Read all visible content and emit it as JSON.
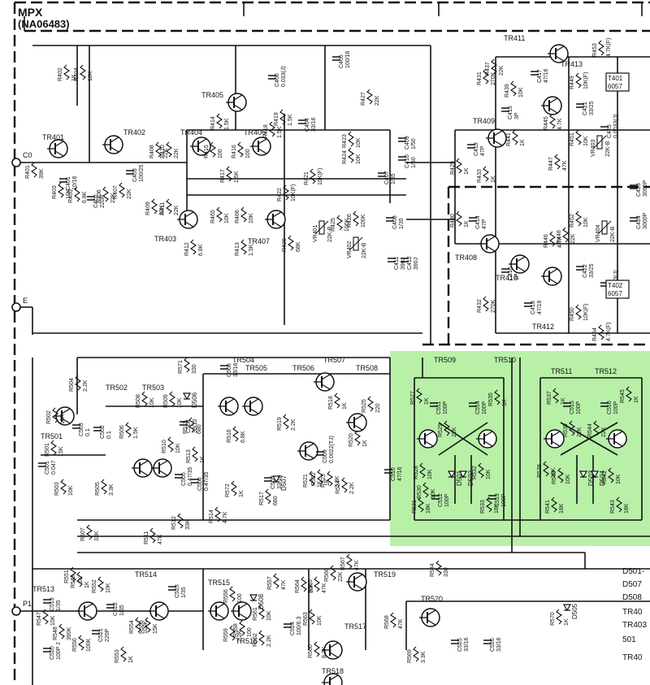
{
  "header": {
    "title": "MPX",
    "part": "(NA06483)"
  },
  "transistors": [
    "TR401",
    "TR402",
    "TR403",
    "TR404",
    "TR405",
    "TR406",
    "TR407",
    "TR408",
    "TR409",
    "TR410",
    "TR411",
    "TR412",
    "TR413",
    "TR501",
    "TR502",
    "TR503",
    "TR504",
    "TR505",
    "TR506",
    "TR507",
    "TR508",
    "TR509",
    "TR510",
    "TR511",
    "TR512",
    "TR513",
    "TR514",
    "TR515",
    "TR516",
    "TR517",
    "TR518",
    "TR519",
    "TR520"
  ],
  "resistors": [
    {
      "ref": "R402",
      "val": "1K"
    },
    {
      "ref": "R404",
      "val": "10K"
    },
    {
      "ref": "R401",
      "val": "39K"
    },
    {
      "ref": "R403",
      "val": "10K"
    },
    {
      "ref": "R405",
      "val": "6.8K"
    },
    {
      "ref": "R406",
      "val": "22K"
    },
    {
      "ref": "R407",
      "val": "22K"
    },
    {
      "ref": "R408",
      "val": "22K"
    },
    {
      "ref": "R409",
      "val": "22K"
    },
    {
      "ref": "R410",
      "val": "22K"
    },
    {
      "ref": "R411",
      "val": "22K"
    },
    {
      "ref": "R412",
      "val": "6.8K"
    },
    {
      "ref": "R413",
      "val": "1.5K"
    },
    {
      "ref": "R414",
      "val": "1.5K"
    },
    {
      "ref": "R415",
      "val": "100"
    },
    {
      "ref": "R416",
      "val": "100"
    },
    {
      "ref": "R417",
      "val": "1.5K"
    },
    {
      "ref": "R418",
      "val": "1.5K"
    },
    {
      "ref": "R419",
      "val": "1.5K"
    },
    {
      "ref": "R420",
      "val": "68K"
    },
    {
      "ref": "R421",
      "val": "10K(F)"
    },
    {
      "ref": "R422",
      "val": "10K(F)"
    },
    {
      "ref": "R423",
      "val": "10K"
    },
    {
      "ref": "R424",
      "val": "10K"
    },
    {
      "ref": "R425",
      "val": "100K"
    },
    {
      "ref": "R426",
      "val": "100K"
    },
    {
      "ref": "R427",
      "val": "22K"
    },
    {
      "ref": "R429",
      "val": "1K"
    },
    {
      "ref": "R430",
      "val": "1K"
    },
    {
      "ref": "R431",
      "val": "270K"
    },
    {
      "ref": "R432",
      "val": "270K"
    },
    {
      "ref": "R433",
      "val": "1K"
    },
    {
      "ref": "R437",
      "val": "22K"
    },
    {
      "ref": "R439",
      "val": "10K"
    },
    {
      "ref": "R441",
      "val": "1K"
    },
    {
      "ref": "R445",
      "val": "4.7K"
    },
    {
      "ref": "R446",
      "val": "4.7K"
    },
    {
      "ref": "R447",
      "val": "47K"
    },
    {
      "ref": "R448",
      "val": "22K"
    },
    {
      "ref": "R449",
      "val": "10K(F)"
    },
    {
      "ref": "R450",
      "val": "10K(F)"
    },
    {
      "ref": "R451",
      "val": "10K"
    },
    {
      "ref": "R452",
      "val": "10K"
    },
    {
      "ref": "R453",
      "val": "4.7K(F)"
    },
    {
      "ref": "R454",
      "val": "4.7K(F)"
    },
    {
      "ref": "R465",
      "val": "10K"
    },
    {
      "ref": "R466",
      "val": "10K"
    },
    {
      "ref": "R501",
      "val": "15K"
    },
    {
      "ref": "R502",
      "val": "10K"
    },
    {
      "ref": "R503",
      "val": "10K"
    },
    {
      "ref": "R504",
      "val": "2.2K"
    },
    {
      "ref": "R505",
      "val": "3.3K"
    },
    {
      "ref": "R506",
      "val": "1.5K"
    },
    {
      "ref": "R507",
      "val": "33K"
    },
    {
      "ref": "R508",
      "val": "10K"
    },
    {
      "ref": "R509",
      "val": "10K"
    },
    {
      "ref": "R510",
      "val": "10K"
    },
    {
      "ref": "R511",
      "val": "47K"
    },
    {
      "ref": "R512",
      "val": "33K"
    },
    {
      "ref": "R513",
      "val": "1K"
    },
    {
      "ref": "R514",
      "val": "4.7K"
    },
    {
      "ref": "R515",
      "val": "680"
    },
    {
      "ref": "R516",
      "val": "6.8K"
    },
    {
      "ref": "R517",
      "val": "680"
    },
    {
      "ref": "R518",
      "val": "1K"
    },
    {
      "ref": "R519",
      "val": "2.2K"
    },
    {
      "ref": "R520",
      "val": "1K"
    },
    {
      "ref": "R521",
      "val": "1K"
    },
    {
      "ref": "R522",
      "val": "1K"
    },
    {
      "ref": "R523",
      "val": "3.3K"
    },
    {
      "ref": "R524",
      "val": "2.2K"
    },
    {
      "ref": "R525",
      "val": "220"
    },
    {
      "ref": "R527",
      "val": "1K"
    },
    {
      "ref": "R528",
      "val": "10K"
    },
    {
      "ref": "R529",
      "val": "22K"
    },
    {
      "ref": "R530",
      "val": "10K"
    },
    {
      "ref": "R531",
      "val": "18K"
    },
    {
      "ref": "R532",
      "val": "10K"
    },
    {
      "ref": "R533",
      "val": "18K"
    },
    {
      "ref": "R534",
      "val": "330"
    },
    {
      "ref": "R535",
      "val": "1K"
    },
    {
      "ref": "R537",
      "val": "1K"
    },
    {
      "ref": "R538",
      "val": "10K"
    },
    {
      "ref": "R539",
      "val": "22K"
    },
    {
      "ref": "R540",
      "val": "10K"
    },
    {
      "ref": "R541",
      "val": "18K"
    },
    {
      "ref": "R542",
      "val": "10K"
    },
    {
      "ref": "R543",
      "val": "18K"
    },
    {
      "ref": "R544",
      "val": "22K"
    },
    {
      "ref": "R545",
      "val": "1K"
    },
    {
      "ref": "R547",
      "val": "10K"
    },
    {
      "ref": "R548",
      "val": "390K"
    },
    {
      "ref": "R549",
      "val": "1K"
    },
    {
      "ref": "R550",
      "val": "100K"
    },
    {
      "ref": "R551",
      "val": "1K"
    },
    {
      "ref": "R552",
      "val": "10K"
    },
    {
      "ref": "R553",
      "val": "1K"
    },
    {
      "ref": "R554",
      "val": "100K"
    },
    {
      "ref": "R555",
      "val": "15K"
    },
    {
      "ref": "R556",
      "val": "100"
    },
    {
      "ref": "R557",
      "val": "47K"
    },
    {
      "ref": "R558",
      "val": "100"
    },
    {
      "ref": "R559",
      "val": "2.2K"
    },
    {
      "ref": "R560",
      "val": "8.2K"
    },
    {
      "ref": "R561",
      "val": "10K"
    },
    {
      "ref": "R562",
      "val": "2.2K"
    },
    {
      "ref": "R563",
      "val": "10K"
    },
    {
      "ref": "R564",
      "val": "10K"
    },
    {
      "ref": "R565",
      "val": "47K"
    },
    {
      "ref": "R566",
      "val": "22K"
    },
    {
      "ref": "R567",
      "val": "47K"
    },
    {
      "ref": "R568",
      "val": "47K"
    },
    {
      "ref": "R569",
      "val": "3.3K"
    },
    {
      "ref": "R570",
      "val": "1K"
    },
    {
      "ref": "R571",
      "val": "330"
    },
    {
      "ref": "R572",
      "val": "1K"
    }
  ],
  "capacitors": [
    {
      "ref": "C401",
      "val": "10/16"
    },
    {
      "ref": "C402",
      "val": "220P"
    },
    {
      "ref": "C403",
      "val": "100/25"
    },
    {
      "ref": "C404",
      "val": "33/16"
    },
    {
      "ref": "C405",
      "val": "100/16"
    },
    {
      "ref": "C406",
      "val": "0.033(J)"
    },
    {
      "ref": "C407",
      "val": "1/35"
    },
    {
      "ref": "C408",
      "val": "1/35"
    },
    {
      "ref": "C409",
      "val": "1/50"
    },
    {
      "ref": "C410",
      "val": "1/50"
    },
    {
      "ref": "C411",
      "val": "390J"
    },
    {
      "ref": "C412",
      "val": "390J"
    },
    {
      "ref": "C413",
      "val": "47P"
    },
    {
      "ref": "C414",
      "val": "47P"
    },
    {
      "ref": "C415",
      "val": "3P"
    },
    {
      "ref": "C416",
      "val": "3P"
    },
    {
      "ref": "C417",
      "val": "47/16"
    },
    {
      "ref": "C418",
      "val": "47/16"
    },
    {
      "ref": "C421",
      "val": "33/25"
    },
    {
      "ref": "C422",
      "val": "33/25"
    },
    {
      "ref": "C423",
      "val": "3000P"
    },
    {
      "ref": "C424",
      "val": "3000P"
    },
    {
      "ref": "C425",
      "val": "0.0033(J)"
    },
    {
      "ref": "C426",
      "val": "0.0033(J)"
    },
    {
      "ref": "C501",
      "val": "0.047"
    },
    {
      "ref": "C502",
      "val": "0.1"
    },
    {
      "ref": "C503",
      "val": "0.1"
    },
    {
      "ref": "C504",
      "val": "33/10"
    },
    {
      "ref": "C505",
      "val": "0.47/35"
    },
    {
      "ref": "C506",
      "val": "0.47/35"
    },
    {
      "ref": "C507",
      "val": "33/16"
    },
    {
      "ref": "C508",
      "val": "33/16"
    },
    {
      "ref": "C509",
      "val": "0.0022(TJ)"
    },
    {
      "ref": "C510",
      "val": "47/16"
    },
    {
      "ref": "C511",
      "val": "100P"
    },
    {
      "ref": "C512",
      "val": "100P"
    },
    {
      "ref": "C513",
      "val": "100P"
    },
    {
      "ref": "C514",
      "val": "100P"
    },
    {
      "ref": "C515",
      "val": "100P"
    },
    {
      "ref": "C516",
      "val": "100P"
    },
    {
      "ref": "C519",
      "val": "1/35"
    },
    {
      "ref": "C520",
      "val": "100P J"
    },
    {
      "ref": "C521",
      "val": "220P"
    },
    {
      "ref": "C522",
      "val": "1/35"
    },
    {
      "ref": "C523",
      "val": "1/35"
    },
    {
      "ref": "C524",
      "val": "100/6.3"
    },
    {
      "ref": "C525",
      "val": "33/16"
    },
    {
      "ref": "C526",
      "val": "33/16"
    }
  ],
  "diodes": [
    "D501",
    "D502",
    "D503",
    "D504",
    "D505",
    "D506",
    "D507",
    "D508"
  ],
  "vr": [
    {
      "ref": "VR401",
      "val": "22K-B"
    },
    {
      "ref": "VR402",
      "val": "22K-B"
    },
    {
      "ref": "VR403",
      "val": "22K-B"
    },
    {
      "ref": "VR404",
      "val": "22K-B"
    }
  ],
  "coils": [
    {
      "ref": "T401",
      "type": "6057"
    },
    {
      "ref": "T402",
      "type": "6057"
    }
  ],
  "connectors": [
    "C0",
    "E",
    "P1"
  ],
  "legend_right": [
    "D501-",
    "D507",
    "D508",
    "TR40",
    "TR403",
    "501",
    "TR40"
  ],
  "highlight_color": "#b8f0a8"
}
